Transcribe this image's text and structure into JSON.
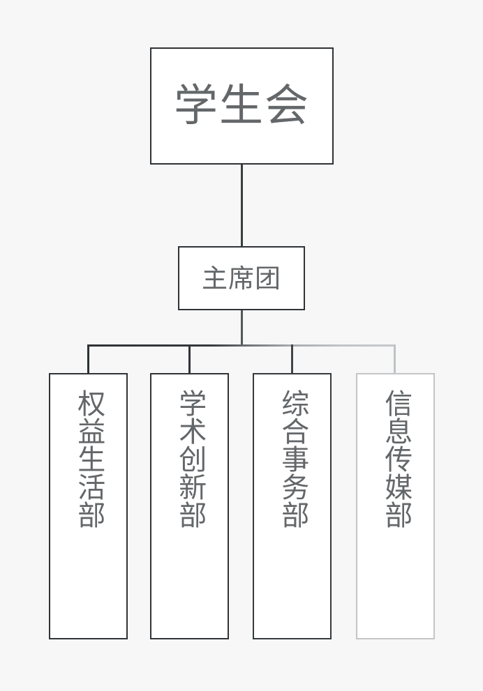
{
  "diagram": {
    "type": "organization-chart",
    "orientation": "top-down",
    "background_color": "#f7f7f7",
    "node_fill_color": "#ffffff",
    "text_color": "#646769",
    "levels": 3
  },
  "root": {
    "label": "学生会",
    "border_color": "#2f3336"
  },
  "presidium": {
    "label": "主席团",
    "border_color": "#2f3336"
  },
  "departments": [
    {
      "label": "权益生活部",
      "border_color": "#303437"
    },
    {
      "label": "学术创新部",
      "border_color": "#303437"
    },
    {
      "label": "综合事务部",
      "border_color": "#353a3d"
    },
    {
      "label": "信息传媒部",
      "border_color": "#c3c5c7"
    }
  ],
  "connectors": {
    "root_to_presidium_color": "#3a3e41",
    "presidium_to_bus_color": "#53585b",
    "bus_gradient_start_color": "#2e3235",
    "bus_gradient_end_color": "#c6c9cb"
  }
}
